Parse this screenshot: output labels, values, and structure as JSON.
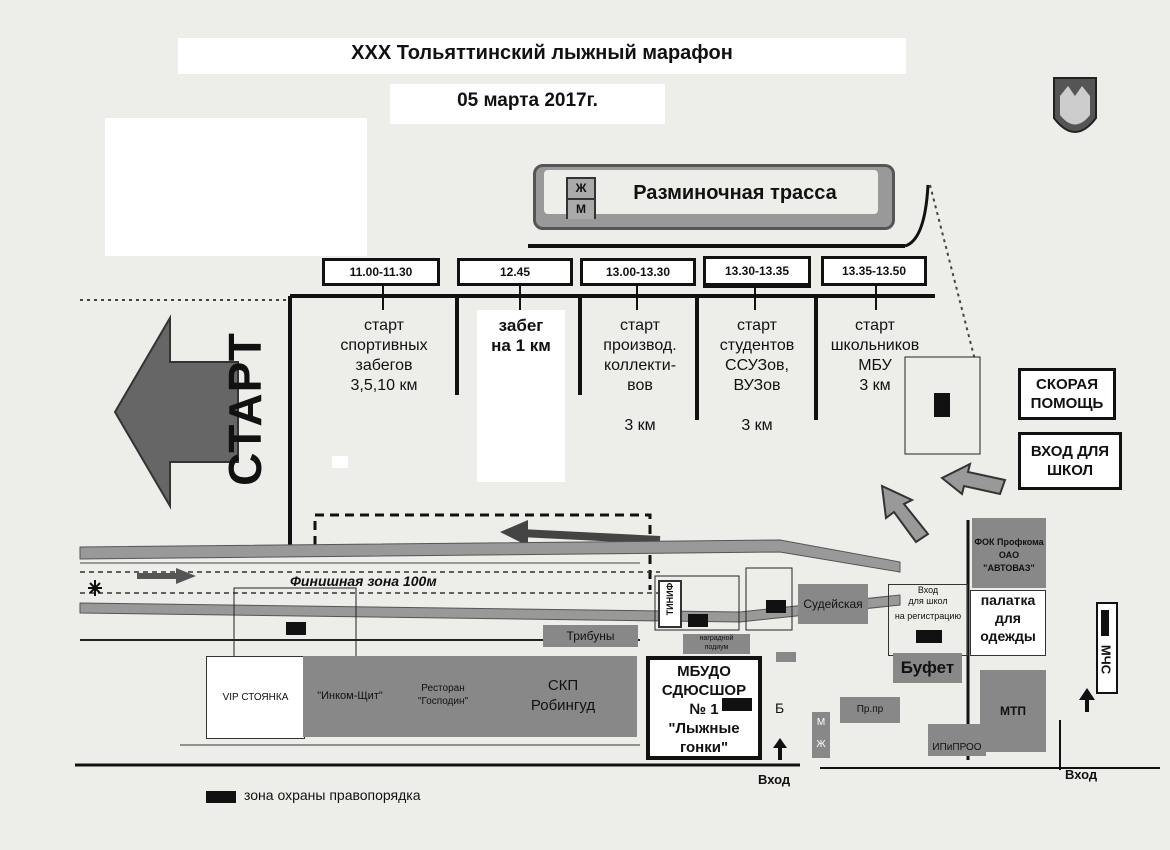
{
  "header": {
    "title": "XXX Тольяттинский лыжный марафон",
    "date": "05 марта 2017г."
  },
  "warmup": {
    "label": "Разминочная трасса",
    "wc_top": "Ж",
    "wc_bottom": "М"
  },
  "start_label": "СТАРТ",
  "lanes": [
    {
      "time": "11.00-11.30",
      "text": "старт\nспортивных\nзабегов\n3,5,10 км"
    },
    {
      "time": "12.45",
      "text": "забег\nна 1 км"
    },
    {
      "time": "13.00-13.30",
      "text": "старт\nпроизвод.\nколлекти-\nвов\n\n3 км"
    },
    {
      "time": "13.30-13.35",
      "text": "старт\nстудентов\nССУЗов,\nВУЗов\n\n3 км"
    },
    {
      "time": "13.35-13.50",
      "text": "старт\nшкольников\nМБУ\n3 км"
    }
  ],
  "ambulance": "СКОРАЯ ПОМОЩЬ",
  "school_entrance": "ВХОД ДЛЯ ШКОЛ",
  "finish_zone": "Финишная зона 100м",
  "buildings": {
    "tinif": "ТИНИФ",
    "judges": "Судейская",
    "school_entry_small": "Вход\nдля школ",
    "registration": "на регистрацию",
    "fok": "ФОК Профкома\nОАО \"АВТОВАЗ\"",
    "clothes_tent": "палатка\nдля\nодежды",
    "stands": "Трибуны",
    "award_podium": "наградной\nподиум",
    "buffet": "Буфет",
    "vip": "VIP СТОЯНКА",
    "inkom": "\"Инком-Щит\"",
    "restaurant": "Ресторан\n\"Господин\"",
    "skp": "СКП\nРобингуд",
    "school": "МБУДО\nСДЮСШОР\n№ 1\n\"Лыжные\nгонки\"",
    "b": "Б",
    "wc2_top": "М",
    "wc2_bottom": "Ж",
    "prpr": "Пр.пр",
    "mtp": "МТП",
    "ipipro": "ИПиПРОО",
    "mchs": "МЧС"
  },
  "entrances": {
    "entrance_1": "Вход",
    "entrance_2": "Вход"
  },
  "legend": {
    "guard_zone": "зона охраны правопорядка"
  },
  "colors": {
    "paper": "#ededea",
    "building": "#888888",
    "ink": "#111111"
  }
}
